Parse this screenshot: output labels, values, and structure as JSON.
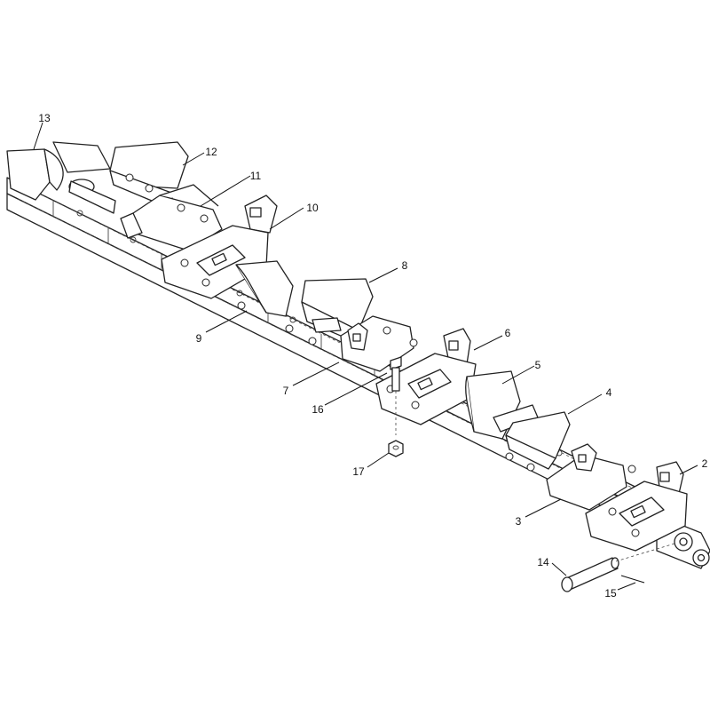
{
  "diagram": {
    "callouts": [
      "13",
      "12",
      "11",
      "10",
      "9",
      "8",
      "7",
      "16",
      "6",
      "5",
      "4",
      "17",
      "3",
      "2",
      "14",
      "15"
    ]
  }
}
